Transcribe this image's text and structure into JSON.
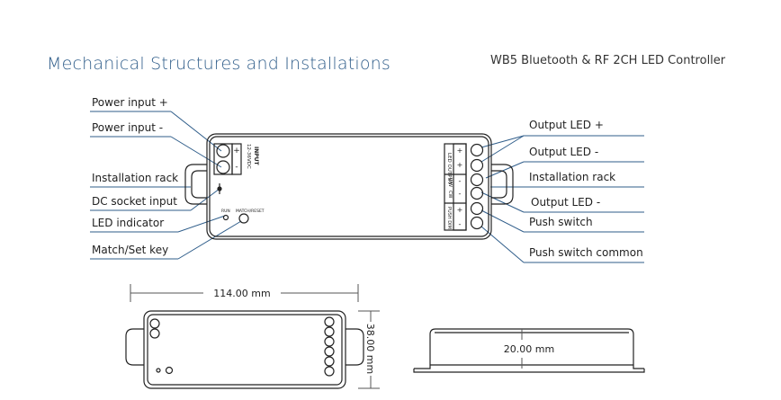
{
  "header": {
    "title": "Mechanical Structures and Installations",
    "model": "WB5 Bluetooth & RF 2CH LED Controller"
  },
  "labels_left": [
    "Power input +",
    "Power input -",
    "Installation rack",
    "DC socket input",
    "LED indicator",
    "Match/Set key"
  ],
  "labels_right": [
    "Output LED +",
    "Output LED -",
    "Installation rack",
    "Output LED -",
    "Push switch",
    "Push switch common"
  ],
  "device": {
    "input_plus": "+",
    "input_minus": "-",
    "input_label": "INPUT",
    "input_voltage": "12-36VDC",
    "run_label": "RUN",
    "match_label": "MATCH/RESET",
    "output_label": "LED OUTPUT",
    "ww_label": "WW",
    "cw_label": "CW",
    "push_label": "PUSH DIM",
    "plus": "+",
    "minus": "-"
  },
  "dimensions": {
    "length": "114.00 mm",
    "width": "38.00 mm",
    "height": "20.00 mm"
  },
  "colors": {
    "title": "#2f5d8a",
    "leader": "#2f5d8a",
    "outline": "#222222"
  }
}
